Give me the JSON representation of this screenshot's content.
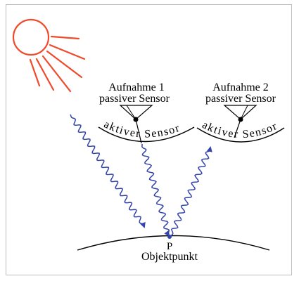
{
  "labels": {
    "capture_1": "Aufnahme 1",
    "passive_sensor_1": "passiver Sensor",
    "capture_2": "Aufnahme 2",
    "passive_sensor_2": "passiver Sensor",
    "active_sensor_1": "aktiver Sensor",
    "active_sensor_2": "aktiver Sensor",
    "point": "P",
    "object_point": "Objektpunkt"
  },
  "colors": {
    "sun": "#ef4a2a",
    "wave": "#3344aa",
    "line": "#000000",
    "frame": "#bdbdbd"
  },
  "icons": {
    "sun": "sun-icon"
  }
}
